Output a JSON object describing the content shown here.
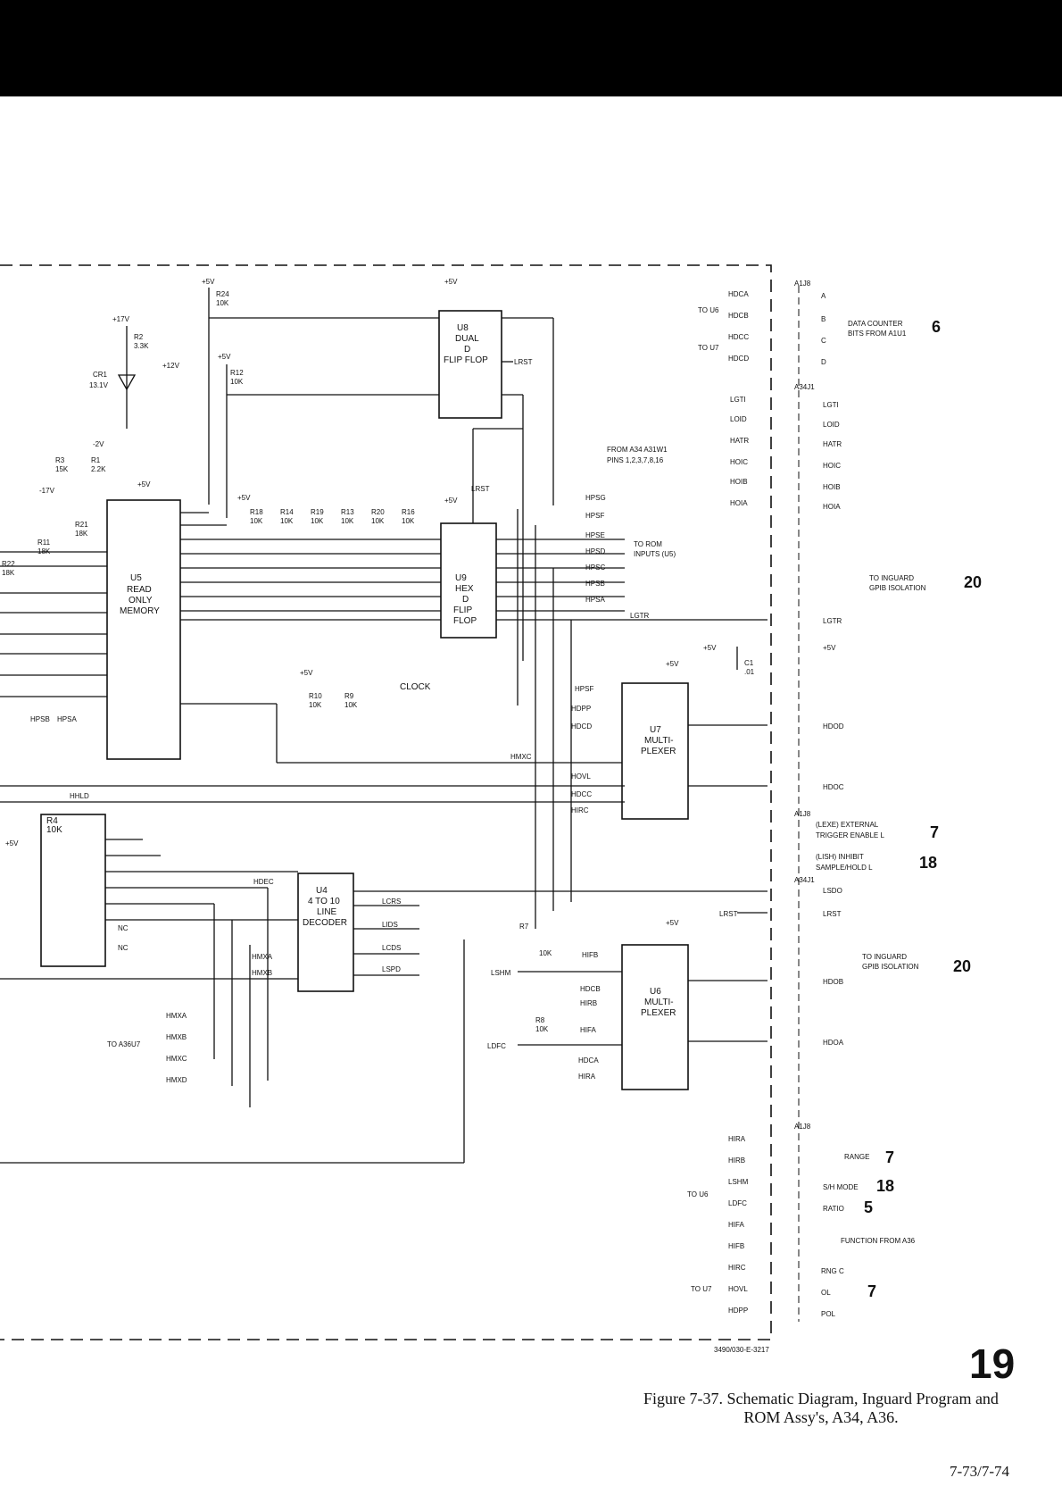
{
  "figure": {
    "sheet_number": "19",
    "caption_line1": "Figure 7-37.  Schematic Diagram, Inguard Program and",
    "caption_line2": "ROM Assy's, A34, A36.",
    "page_number": "7-73/7-74",
    "drawing_number": "3490/030-E-3217"
  },
  "components": {
    "u5": {
      "ref": "U5",
      "l1": "READ",
      "l2": "ONLY",
      "l3": "MEMORY"
    },
    "u8": {
      "ref": "U8",
      "l1": "DUAL",
      "l2": "D",
      "l3": "FLIP FLOP"
    },
    "u9": {
      "ref": "U9",
      "l1": "HEX",
      "l2": "D",
      "l3": "FLIP",
      "l4": "FLOP"
    },
    "u7": {
      "ref": "U7",
      "l1": "MULTI-",
      "l2": "PLEXER"
    },
    "u6": {
      "ref": "U6",
      "l1": "MULTI-",
      "l2": "PLEXER"
    },
    "u4": {
      "ref": "U4",
      "l1": "4 TO 10",
      "l2": "LINE",
      "l3": "DECODER"
    },
    "r4": {
      "ref": "R4",
      "val": "10K"
    },
    "cr1": {
      "ref": "CR1",
      "val": "13.1V"
    },
    "c1": {
      "ref": "C1",
      "val": ".01"
    }
  },
  "resistors": [
    {
      "ref": "R24",
      "val": "10K"
    },
    {
      "ref": "R2",
      "val": "3.3K"
    },
    {
      "ref": "R12",
      "val": "10K"
    },
    {
      "ref": "R3",
      "val": "15K"
    },
    {
      "ref": "R1",
      "val": "2.2K"
    },
    {
      "ref": "R21",
      "val": "18K"
    },
    {
      "ref": "R11",
      "val": "18K"
    },
    {
      "ref": "R22",
      "val": "18K"
    },
    {
      "ref": "R18",
      "val": "10K"
    },
    {
      "ref": "R14",
      "val": "10K"
    },
    {
      "ref": "R19",
      "val": "10K"
    },
    {
      "ref": "R13",
      "val": "10K"
    },
    {
      "ref": "R20",
      "val": "10K"
    },
    {
      "ref": "R16",
      "val": "10K"
    },
    {
      "ref": "R10",
      "val": "10K"
    },
    {
      "ref": "R9",
      "val": "10K"
    },
    {
      "ref": "R7",
      "val": "10K"
    },
    {
      "ref": "R8",
      "val": "10K"
    }
  ],
  "power": {
    "p5": "+5V",
    "p17": "+17V",
    "m17": "-17V",
    "m2": "-2V",
    "p12": "+12V"
  },
  "signals": {
    "hdca": "HDCA",
    "hdcb": "HDCB",
    "hdcc": "HDCC",
    "hdcd": "HDCD",
    "lgti": "LGTI",
    "loid": "LOID",
    "hatr": "HATR",
    "hoic": "HOIC",
    "hoib": "HOIB",
    "hoia": "HOIA",
    "hpsg": "HPSG",
    "hpsf": "HPSF",
    "hpse": "HPSE",
    "hpsd": "HPSD",
    "hpsc": "HPSC",
    "hpsb": "HPSB",
    "hpsa": "HPSA",
    "lgtr": "LGTR",
    "hdod": "HDOD",
    "hdoc": "HDOC",
    "hmxc": "HMXC",
    "hhld": "HHLD",
    "hdpp": "HDPP",
    "hovl": "HOVL",
    "hirc": "HIRC",
    "hdec": "HDEC",
    "hmxa": "HMXA",
    "hmxb": "HMXB",
    "hmxd": "HMXD",
    "lcrs": "LCRS",
    "lids": "LIDS",
    "lcds": "LCDS",
    "lspd": "LSPD",
    "lsdo": "LSDO",
    "lrst": "LRST",
    "hdob": "HDOB",
    "hdoa": "HDOA",
    "lshm": "LSHM",
    "ldfc": "LDFC",
    "hifb": "HIFB",
    "hirb": "HIRB",
    "hifa": "HIFA",
    "hira": "HIRA",
    "clock": "CLOCK",
    "nc": "NC"
  },
  "annotations": {
    "to_u6": "TO U6",
    "to_u7": "TO U7",
    "a1j8": "A1J8",
    "a34j1": "A34J1",
    "data_counter": "DATA COUNTER",
    "bits_from": "BITS FROM A1U1",
    "ref6": "6",
    "from_a34": "FROM A34 A31W1",
    "pins": "PINS 1,2,3,7,8,16",
    "to_rom": "TO ROM",
    "inputs_u5": "INPUTS (U5)",
    "to_inguard": "TO INGUARD",
    "gpib_iso": "GPIB ISOLATION",
    "ref20": "20",
    "lexe1": "(LEXE) EXTERNAL",
    "lexe2": "TRIGGER ENABLE L",
    "ref7": "7",
    "lish1": "(LISH) INHIBIT",
    "lish2": "SAMPLE/HOLD L",
    "ref18": "18",
    "to_a36u7": "TO A36U7",
    "range": "RANGE",
    "sh_mode": "S/H MODE",
    "ratio": "RATIO",
    "ref5": "5",
    "function_from": "FUNCTION FROM A36",
    "rng_c": "RNG C",
    "ol": "OL",
    "pol": "POL",
    "pin_a": "A",
    "pin_b": "B",
    "pin_c": "C",
    "pin_d": "D"
  }
}
